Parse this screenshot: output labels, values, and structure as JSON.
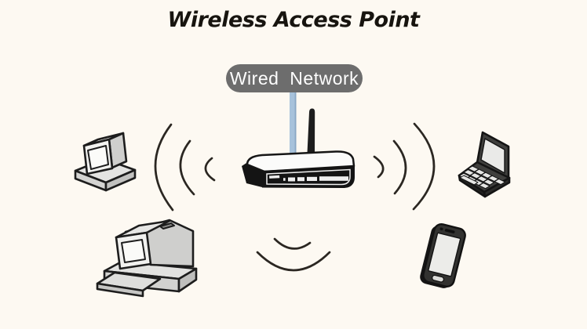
{
  "title": "Wireless Access Point",
  "label": {
    "text": "Wired Network"
  },
  "colors": {
    "background": "#FDF9F2",
    "title_text": "#17140F",
    "label_background": "#6D6D6D",
    "label_text": "#FFFFFF",
    "cable_blue": "#A7C2DB",
    "line_ink": "#2B2722",
    "router_body": "#FBFBFA",
    "router_panel": "#141414"
  },
  "diagram": {
    "devices": [
      "desktop-computer-icon",
      "workstation-computer-icon",
      "laptop-icon",
      "smartphone-icon"
    ],
    "signal_groups": [
      {
        "position": "left",
        "arc_count": 3
      },
      {
        "position": "right",
        "arc_count": 3
      },
      {
        "position": "bottom",
        "arc_count": 2
      }
    ]
  }
}
